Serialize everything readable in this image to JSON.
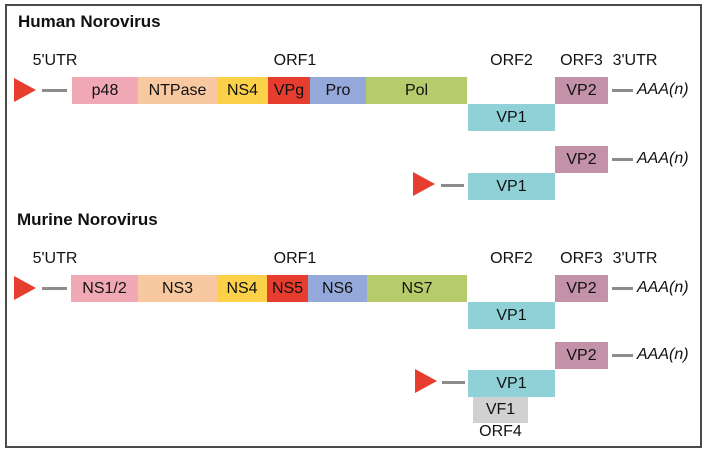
{
  "palette": {
    "triangle_red": "#e63d2f",
    "rna_line_gray": "#8c8c8c",
    "frame_border": "#4a4a4a",
    "text": "#111111"
  },
  "human": {
    "title": "Human Norovirus",
    "labels": {
      "utr5": "5'UTR",
      "orf1": "ORF1",
      "orf2": "ORF2",
      "orf3": "ORF3",
      "utr3": "3'UTR"
    },
    "genome": {
      "segments": [
        {
          "label": "p48",
          "color": "#f0a9b4"
        },
        {
          "label": "NTPase",
          "color": "#f8c9a0"
        },
        {
          "label": "NS4",
          "color": "#fdd04a"
        },
        {
          "label": "VPg",
          "color": "#e63d2f"
        },
        {
          "label": "Pro",
          "color": "#94a8d9"
        },
        {
          "label": "Pol",
          "color": "#b6cb6b"
        }
      ],
      "vp1": {
        "label": "VP1",
        "color": "#8fd1d6"
      },
      "vp2": {
        "label": "VP2",
        "color": "#c392a9"
      },
      "polya": "AAA(n)"
    },
    "subgenomic": {
      "vp1": {
        "label": "VP1",
        "color": "#8fd1d6"
      },
      "vp2": {
        "label": "VP2",
        "color": "#c392a9"
      },
      "polya": "AAA(n)"
    }
  },
  "murine": {
    "title": "Murine Norovirus",
    "labels": {
      "utr5": "5'UTR",
      "orf1": "ORF1",
      "orf2": "ORF2",
      "orf3": "ORF3",
      "utr3": "3'UTR"
    },
    "genome": {
      "segments": [
        {
          "label": "NS1/2",
          "color": "#f0a9b4"
        },
        {
          "label": "NS3",
          "color": "#f8c9a0"
        },
        {
          "label": "NS4",
          "color": "#fdd04a"
        },
        {
          "label": "NS5",
          "color": "#e63d2f"
        },
        {
          "label": "NS6",
          "color": "#94a8d9"
        },
        {
          "label": "NS7",
          "color": "#b6cb6b"
        }
      ],
      "vp1": {
        "label": "VP1",
        "color": "#8fd1d6"
      },
      "vp2": {
        "label": "VP2",
        "color": "#c392a9"
      },
      "polya": "AAA(n)"
    },
    "subgenomic": {
      "vp1": {
        "label": "VP1",
        "color": "#8fd1d6"
      },
      "vp2": {
        "label": "VP2",
        "color": "#c392a9"
      },
      "vf1": {
        "label": "VF1",
        "color": "#d1d1d1"
      },
      "orf4": "ORF4",
      "polya": "AAA(n)"
    }
  }
}
